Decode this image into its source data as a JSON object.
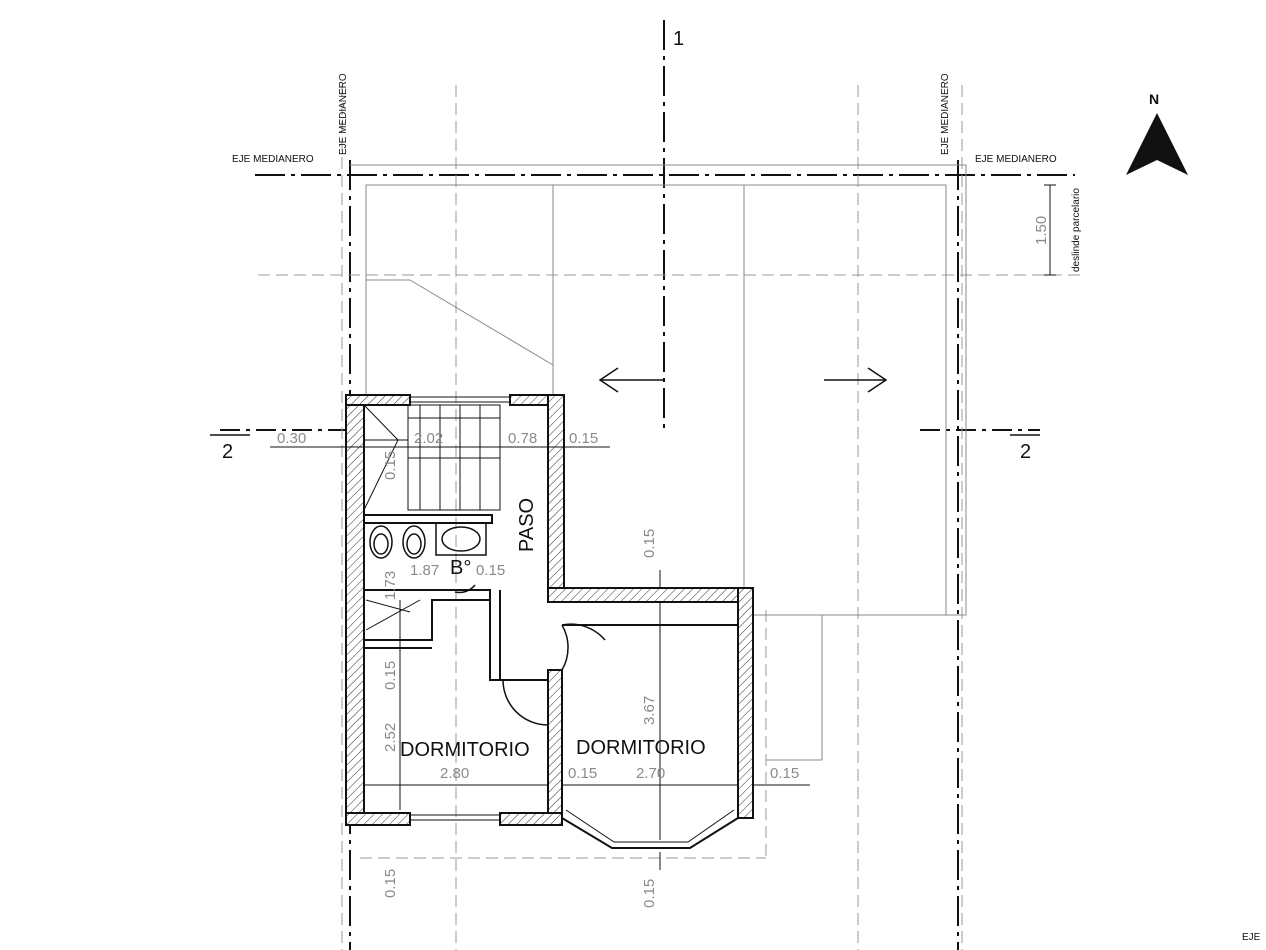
{
  "labels": {
    "eje_medianero_left_h": "EJE MEDIANERO",
    "eje_medianero_right_h": "EJE MEDIANERO",
    "eje_medianero_left_v": "EJE MEDIANERO",
    "eje_medianero_right_v": "EJE MEDIANERO",
    "section_1": "1",
    "section_2_left": "2",
    "section_2_right": "2",
    "north": "N",
    "deslinde": "deslinde parcelario",
    "eje_corner": "EJE"
  },
  "rooms": {
    "paso": "PASO",
    "bano": "B°",
    "dormitorio_left": "DORMITORIO",
    "dormitorio_right": "DORMITORIO"
  },
  "dimensions": {
    "d_1_50": "1.50",
    "d_0_30": "0.30",
    "d_2_02": "2.02",
    "d_0_78": "0.78",
    "d_0_15_top": "0.15",
    "d_0_15_stair": "0.15",
    "d_0_15_paso": "0.15",
    "d_1_73": "1.73",
    "d_1_87": "1.87",
    "d_0_15_bano": "0.15",
    "d_0_15_left": "0.15",
    "d_2_52": "2.52",
    "d_2_80": "2.80",
    "d_3_67": "3.67",
    "d_0_15_dorm": "0.15",
    "d_2_70": "2.70",
    "d_0_15_right": "0.15",
    "d_0_15_bottom_left": "0.15",
    "d_0_15_bottom_center": "0.15"
  }
}
